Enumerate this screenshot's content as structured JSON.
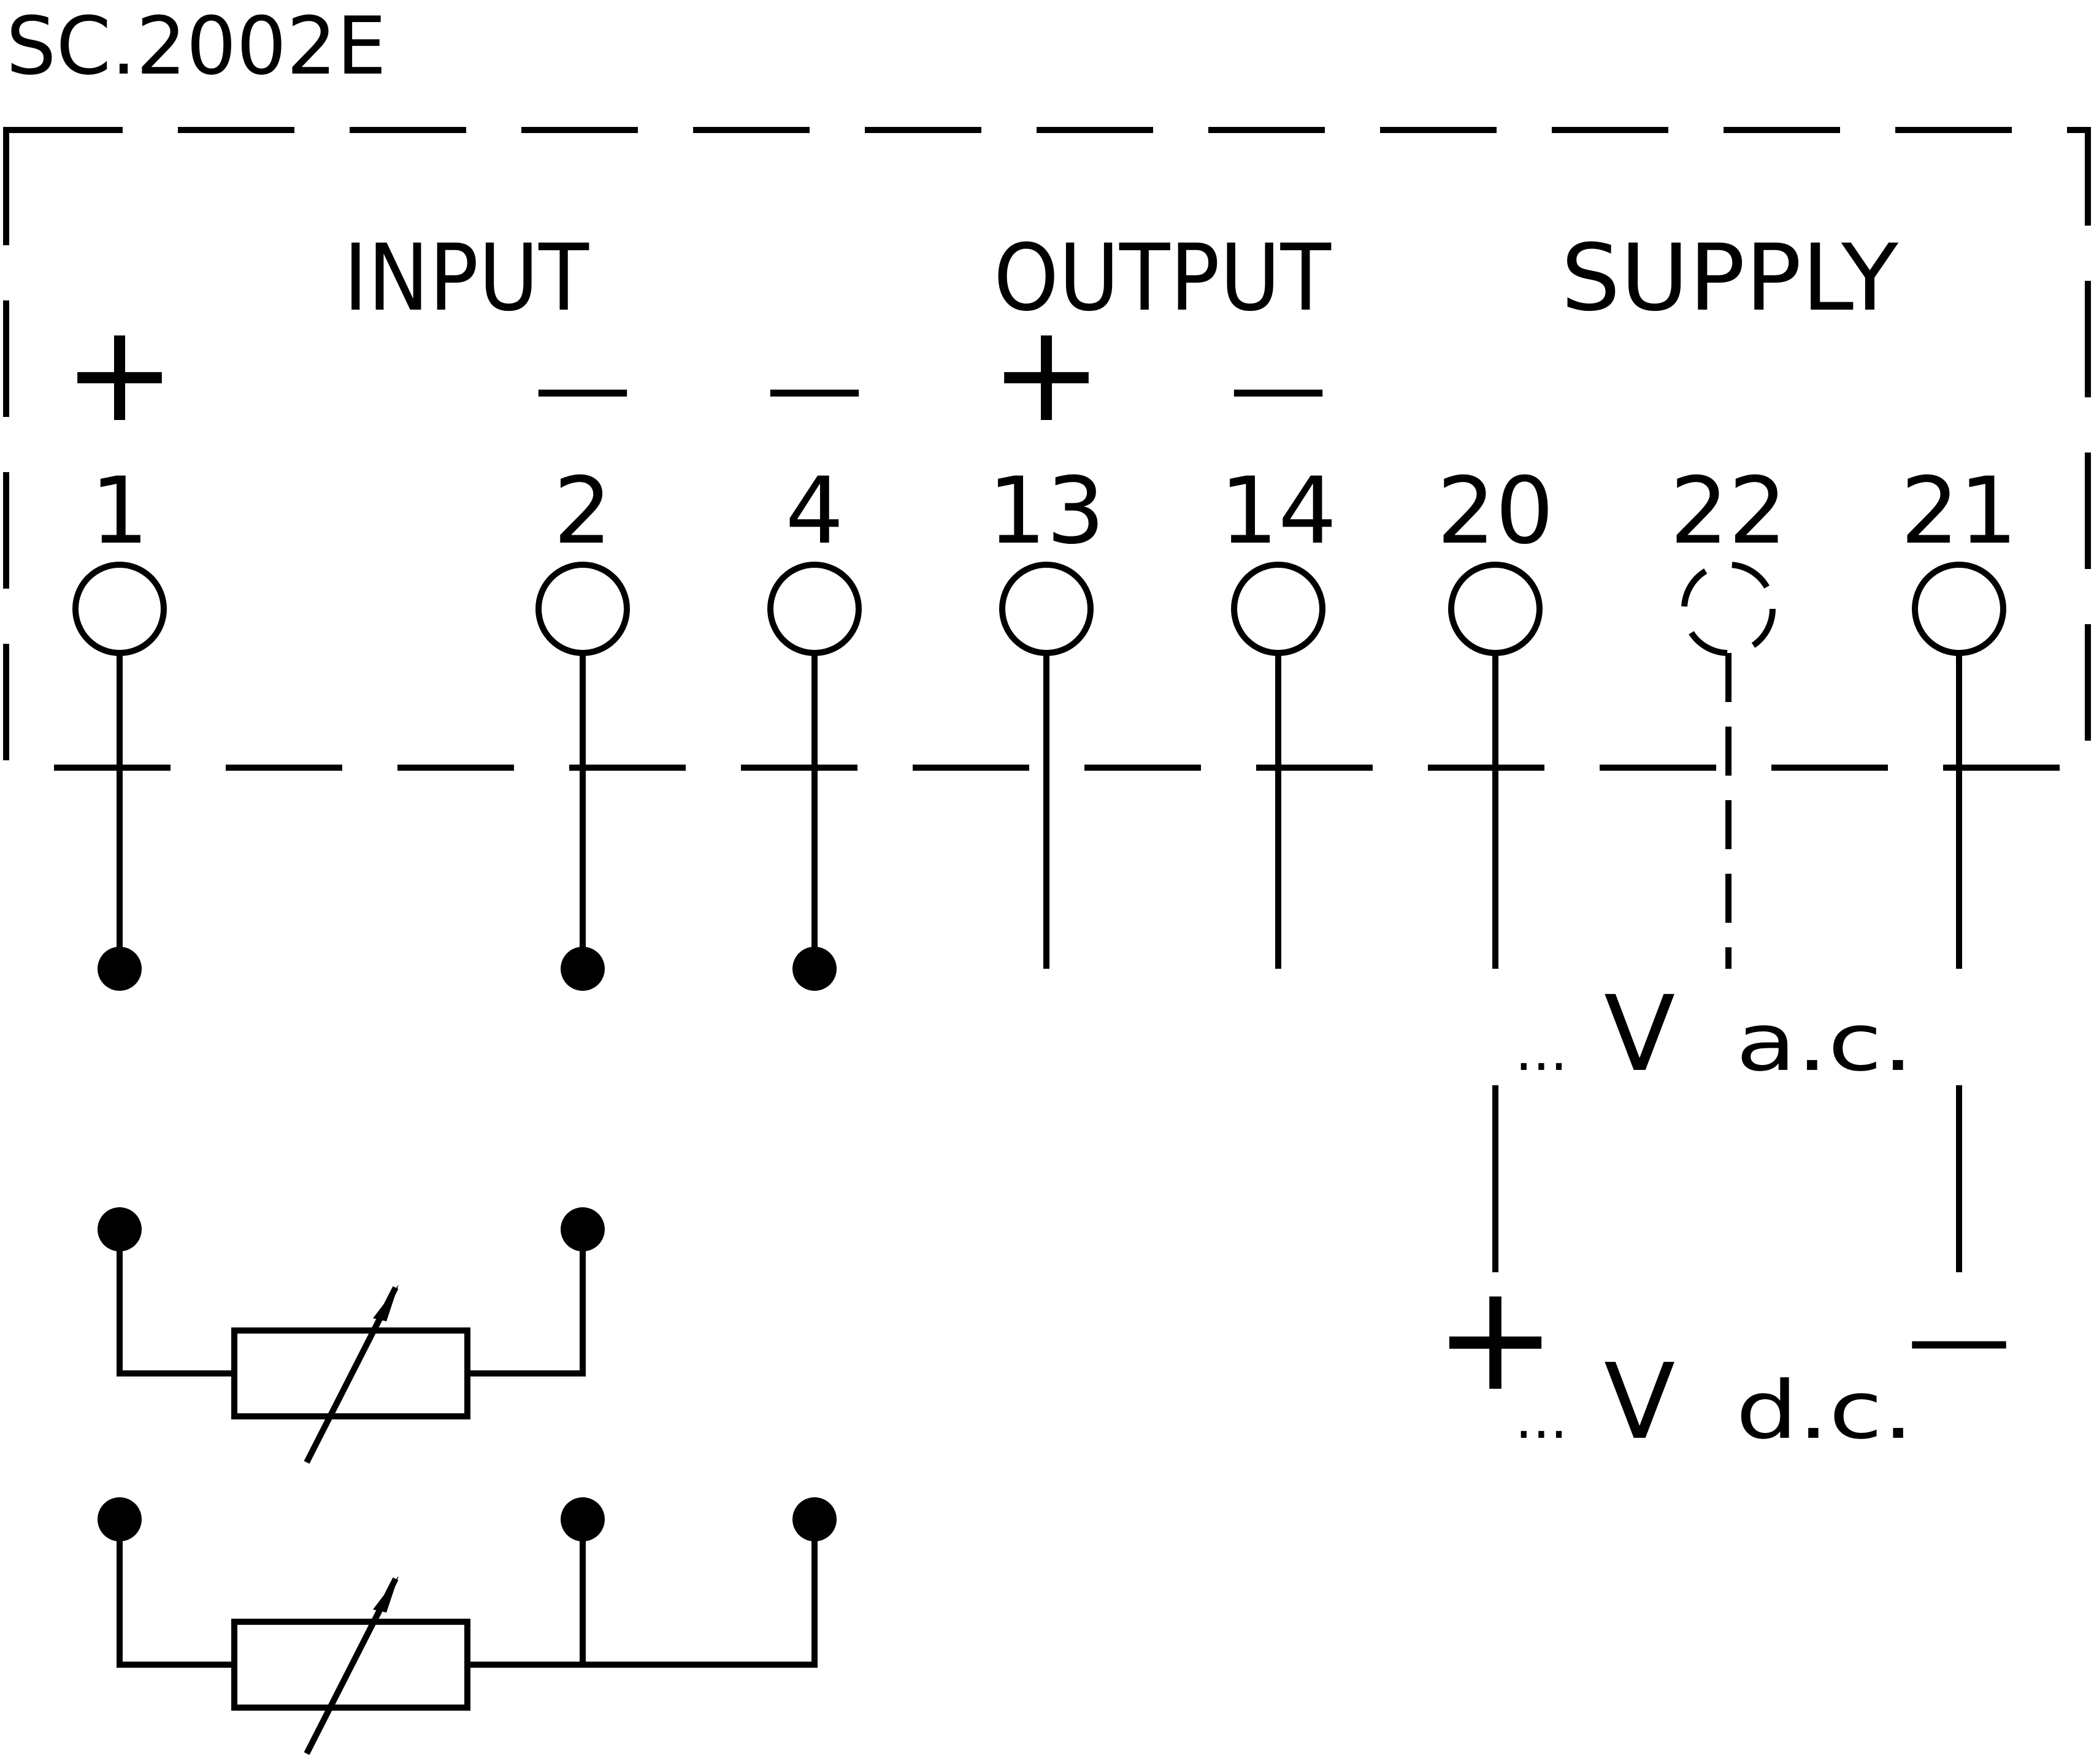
{
  "model": "SC.2002E",
  "groups": {
    "input": "INPUT",
    "output": "OUTPUT",
    "supply": "SUPPLY"
  },
  "terminals": [
    {
      "number": "1",
      "polarity": "+"
    },
    {
      "number": "2",
      "polarity": "—"
    },
    {
      "number": "4",
      "polarity": "—"
    },
    {
      "number": "13",
      "polarity": "+"
    },
    {
      "number": "14",
      "polarity": "—"
    },
    {
      "number": "20",
      "polarity": ""
    },
    {
      "number": "22",
      "polarity": ""
    },
    {
      "number": "21",
      "polarity": ""
    }
  ],
  "supply_options": {
    "ac": {
      "dots": "...",
      "volt": "V",
      "type": "a.c."
    },
    "dc": {
      "dots": "...",
      "volt": "V",
      "type": "d.c.",
      "plus": "+",
      "minus": "—"
    }
  },
  "colors": {
    "ink": "#000000",
    "background": "#ffffff"
  }
}
